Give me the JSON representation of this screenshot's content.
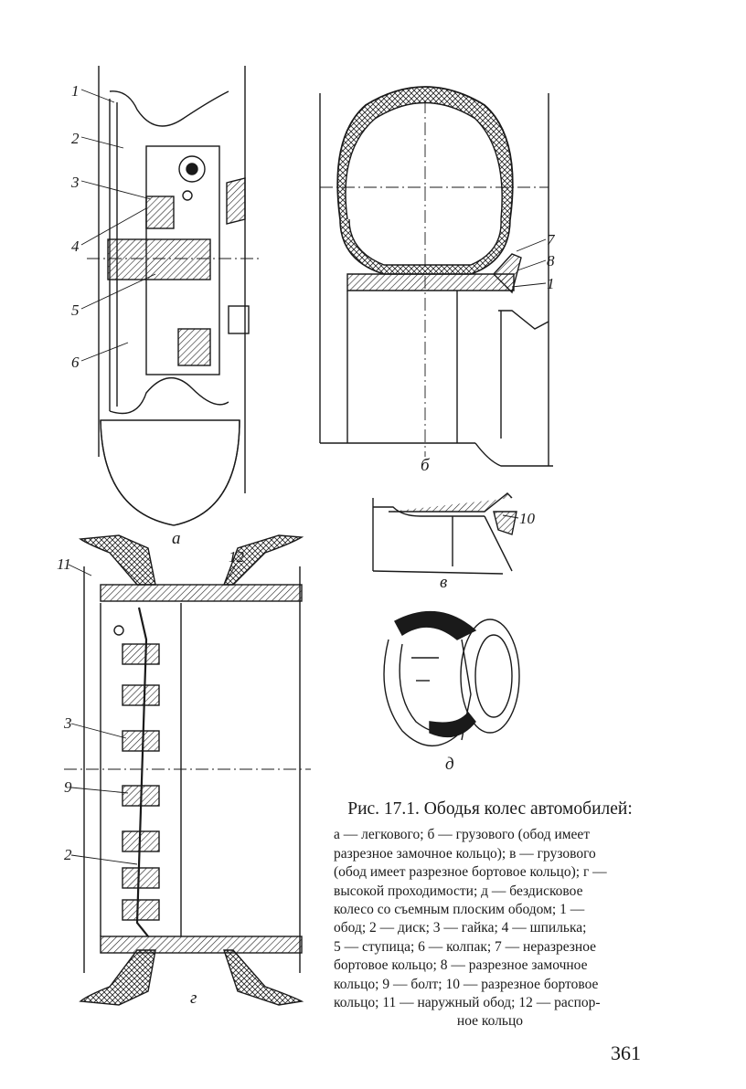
{
  "figure": {
    "title": "Рис. 17.1. Ободья колес автомобилей:",
    "caption_lines": [
      "а — легкового; б — грузового (обод имеет",
      "разрезное замочное кольцо); в — грузового",
      "(обод имеет разрезное бортовое кольцо); г —",
      "высокой проходимости; д — бездисковое",
      "колесо со съемным плоским ободом; 1 —",
      "обод; 2 — диск; 3 — гайка; 4 — шпилька;",
      "5 — ступица; 6 — колпак; 7 — неразрезное",
      "бортовое кольцо; 8 — разрезное замочное",
      "кольцо; 9 — болт; 10 — разрезное бортовое",
      "кольцо; 11 — наружный обод; 12 — распор-",
      "ное кольцо"
    ]
  },
  "subfigure_labels": {
    "a": "а",
    "b": "б",
    "v": "в",
    "g": "г",
    "d": "д"
  },
  "callouts": {
    "a": [
      "1",
      "2",
      "3",
      "4",
      "5",
      "6"
    ],
    "b": [
      "7",
      "8",
      "1"
    ],
    "v": [
      "10"
    ],
    "g": [
      "11",
      "12",
      "3",
      "9",
      "2"
    ]
  },
  "page_number": "361"
}
